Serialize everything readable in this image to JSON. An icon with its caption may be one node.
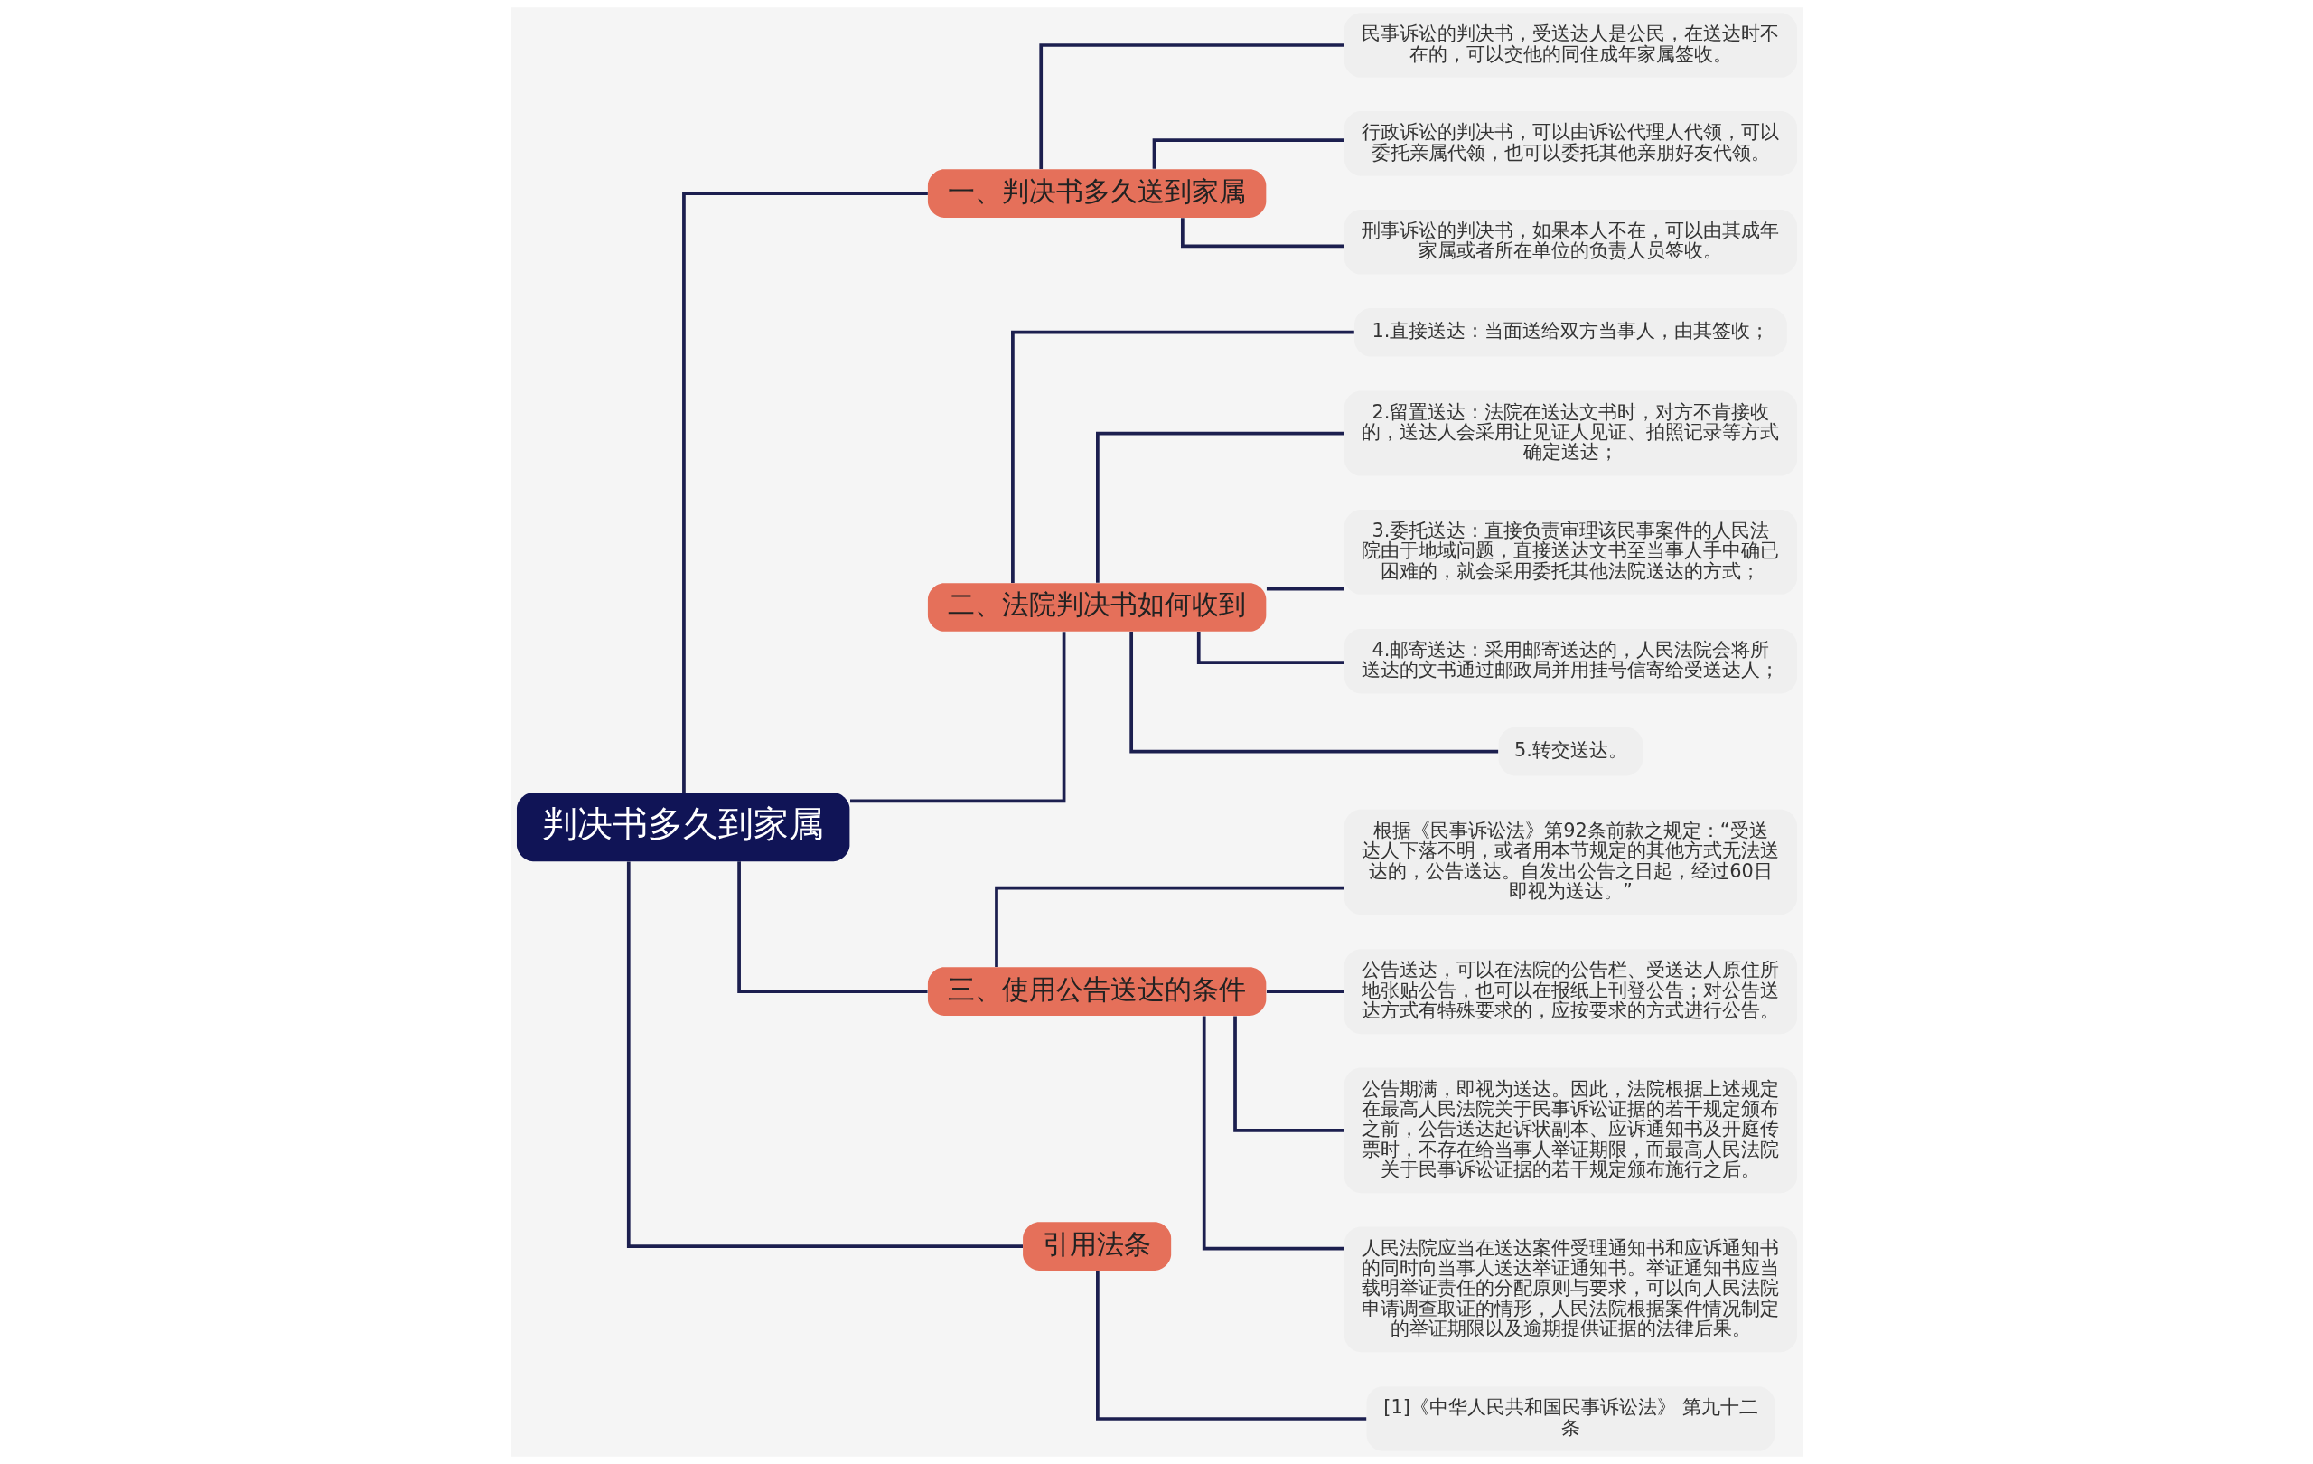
{
  "diagram": {
    "nodes": [
      {
        "text": [
          "判决书多久到家属"
        ]
      },
      {
        "text": [
          "一、判决书多久送到家属"
        ]
      },
      {
        "text": [
          "民事诉讼的判决书，受送达人是公民，在送达时不在的，可以交他的同住成年家属签收。"
        ]
      },
      {
        "text": [
          "行政诉讼的判决书，可以由诉讼代理人代领，可以委托亲属代领，也可以委托其他亲朋好友代领。"
        ]
      },
      {
        "text": [
          "刑事诉讼的判决书，如果本人不在，可以由其成年家属或者所在单位的负责人员签收。"
        ]
      },
      {
        "text": [
          "二、法院判决书如何收到"
        ]
      },
      {
        "text": [
          "1.直接送达：当面送给双方当事人，由其签收；"
        ]
      },
      {
        "text": [
          "2.留置送达：法院在送达文书时，对方不肯接收的，送达人会采用让见证人见证、拍照记录等方式确定送达；"
        ]
      },
      {
        "text": [
          "3.委托送达：直接负责审理该民事案件的人民法院由于地域问题，直接送达文书至当事人手中确已困难的，就会采用委托其他法院送达的方式；"
        ]
      },
      {
        "text": [
          "4.邮寄送达：采用邮寄送达的，人民法院会将所送达的文书通过邮政局并用挂号信寄给受送达人；"
        ]
      },
      {
        "text": [
          "5.转交送达。"
        ]
      },
      {
        "text": [
          "三、使用公告送达的条件"
        ]
      },
      {
        "text": [
          "根据《民事诉讼法》第92条前款之规定：“受送达人下落不明，或者用本节规定的其他方式无法送达的，公告送达。自发出公告之日起，经过60日即视为送达。”"
        ]
      },
      {
        "text": [
          "公告送达，可以在法院的公告栏、受送达人原住所地张贴公告，也可以在报纸上刊登公告；对公告送达方式有特殊要求的，应按要求的方式进行公告。"
        ]
      },
      {
        "text": [
          "公告期满，即视为送达。因此，法院根据上述规定在最高人民法院关于民事诉讼证据的若干规定颁布之前，公告送达起诉状副本、应诉通知书及开庭传票时，不存在给当事人举证期限，而最高人民法院关于民事诉讼证据的若干规定颁布施行之后。"
        ]
      },
      {
        "text": [
          "人民法院应当在送达案件受理通知书和应诉通知书的同时向当事人送达举证通知书。举证通知书应当载明举证责任的分配原则与要求，可以向人民法院申请调查取证的情形，人民法院根据案件情况制定的举证期限以及逾期提供证据的法律后果。"
        ]
      },
      {
        "text": [
          "引用法条"
        ]
      },
      {
        "text": [
          "[1]《中华人民共和国民事诉讼法》 第九十二条"
        ]
      }
    ],
    "edges": [
      {
        "from": 0,
        "to": 5,
        "arrow": "none"
      },
      {
        "from": 0,
        "to": 16,
        "arrow": "none"
      },
      {
        "from": 0,
        "to": 1,
        "arrow": "none"
      },
      {
        "from": 0,
        "to": 11,
        "arrow": "none"
      },
      {
        "from": 1,
        "to": 2,
        "arrow": "none"
      },
      {
        "from": 1,
        "to": 3,
        "arrow": "none"
      },
      {
        "from": 1,
        "to": 4,
        "arrow": "none"
      },
      {
        "from": 5,
        "to": 6,
        "arrow": "none"
      },
      {
        "from": 5,
        "to": 7,
        "arrow": "none"
      },
      {
        "from": 5,
        "to": 8,
        "arrow": "none"
      },
      {
        "from": 5,
        "to": 9,
        "arrow": "none"
      },
      {
        "from": 5,
        "to": 10,
        "arrow": "none"
      },
      {
        "from": 11,
        "to": 12,
        "arrow": "none"
      },
      {
        "from": 11,
        "to": 13,
        "arrow": "none"
      },
      {
        "from": 11,
        "to": 14,
        "arrow": "none"
      },
      {
        "from": 11,
        "to": 15,
        "arrow": "none"
      },
      {
        "from": 16,
        "to": 17,
        "arrow": "none"
      }
    ]
  }
}
